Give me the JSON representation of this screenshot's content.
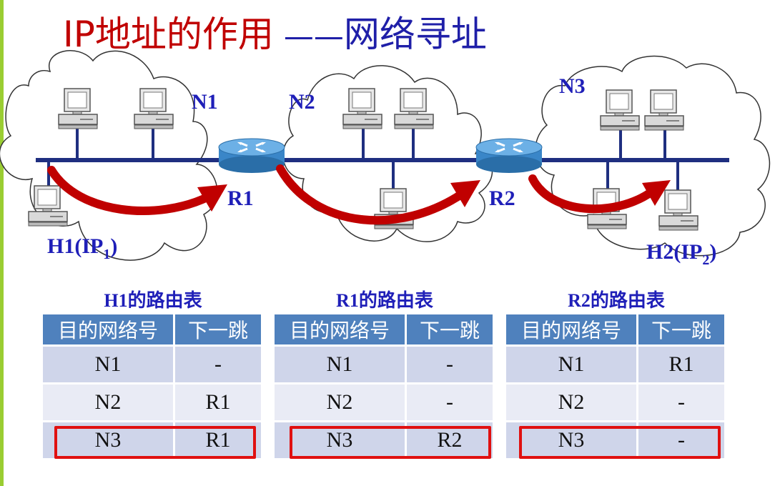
{
  "title": {
    "main": "IP地址的作用",
    "dash": "——",
    "sub": "网络寻址"
  },
  "networks": [
    "N1",
    "N2",
    "N3"
  ],
  "routers": [
    "R1",
    "R2"
  ],
  "hosts": {
    "h1": "H1(IP",
    "h1_sub": "1",
    "h2": "H2(IP",
    "h2_sub": "2",
    "close": ")"
  },
  "colors": {
    "title_red": "#c00000",
    "label_blue": "#1f1fb8",
    "header_blue": "#4f81bd",
    "arrow_red": "#c00000",
    "highlight": "#e01010"
  },
  "tables": [
    {
      "caption": "H1的路由表",
      "headers": [
        "目的网络号",
        "下一跳"
      ],
      "rows": [
        [
          "N1",
          "-"
        ],
        [
          "N2",
          "R1"
        ],
        [
          "N3",
          "R1"
        ]
      ],
      "highlight_row": 2
    },
    {
      "caption": "R1的路由表",
      "headers": [
        "目的网络号",
        "下一跳"
      ],
      "rows": [
        [
          "N1",
          "-"
        ],
        [
          "N2",
          "-"
        ],
        [
          "N3",
          "R2"
        ]
      ],
      "highlight_row": 2
    },
    {
      "caption": "R2的路由表",
      "headers": [
        "目的网络号",
        "下一跳"
      ],
      "rows": [
        [
          "N1",
          "R1"
        ],
        [
          "N2",
          "-"
        ],
        [
          "N3",
          "-"
        ]
      ],
      "highlight_row": 2
    }
  ]
}
